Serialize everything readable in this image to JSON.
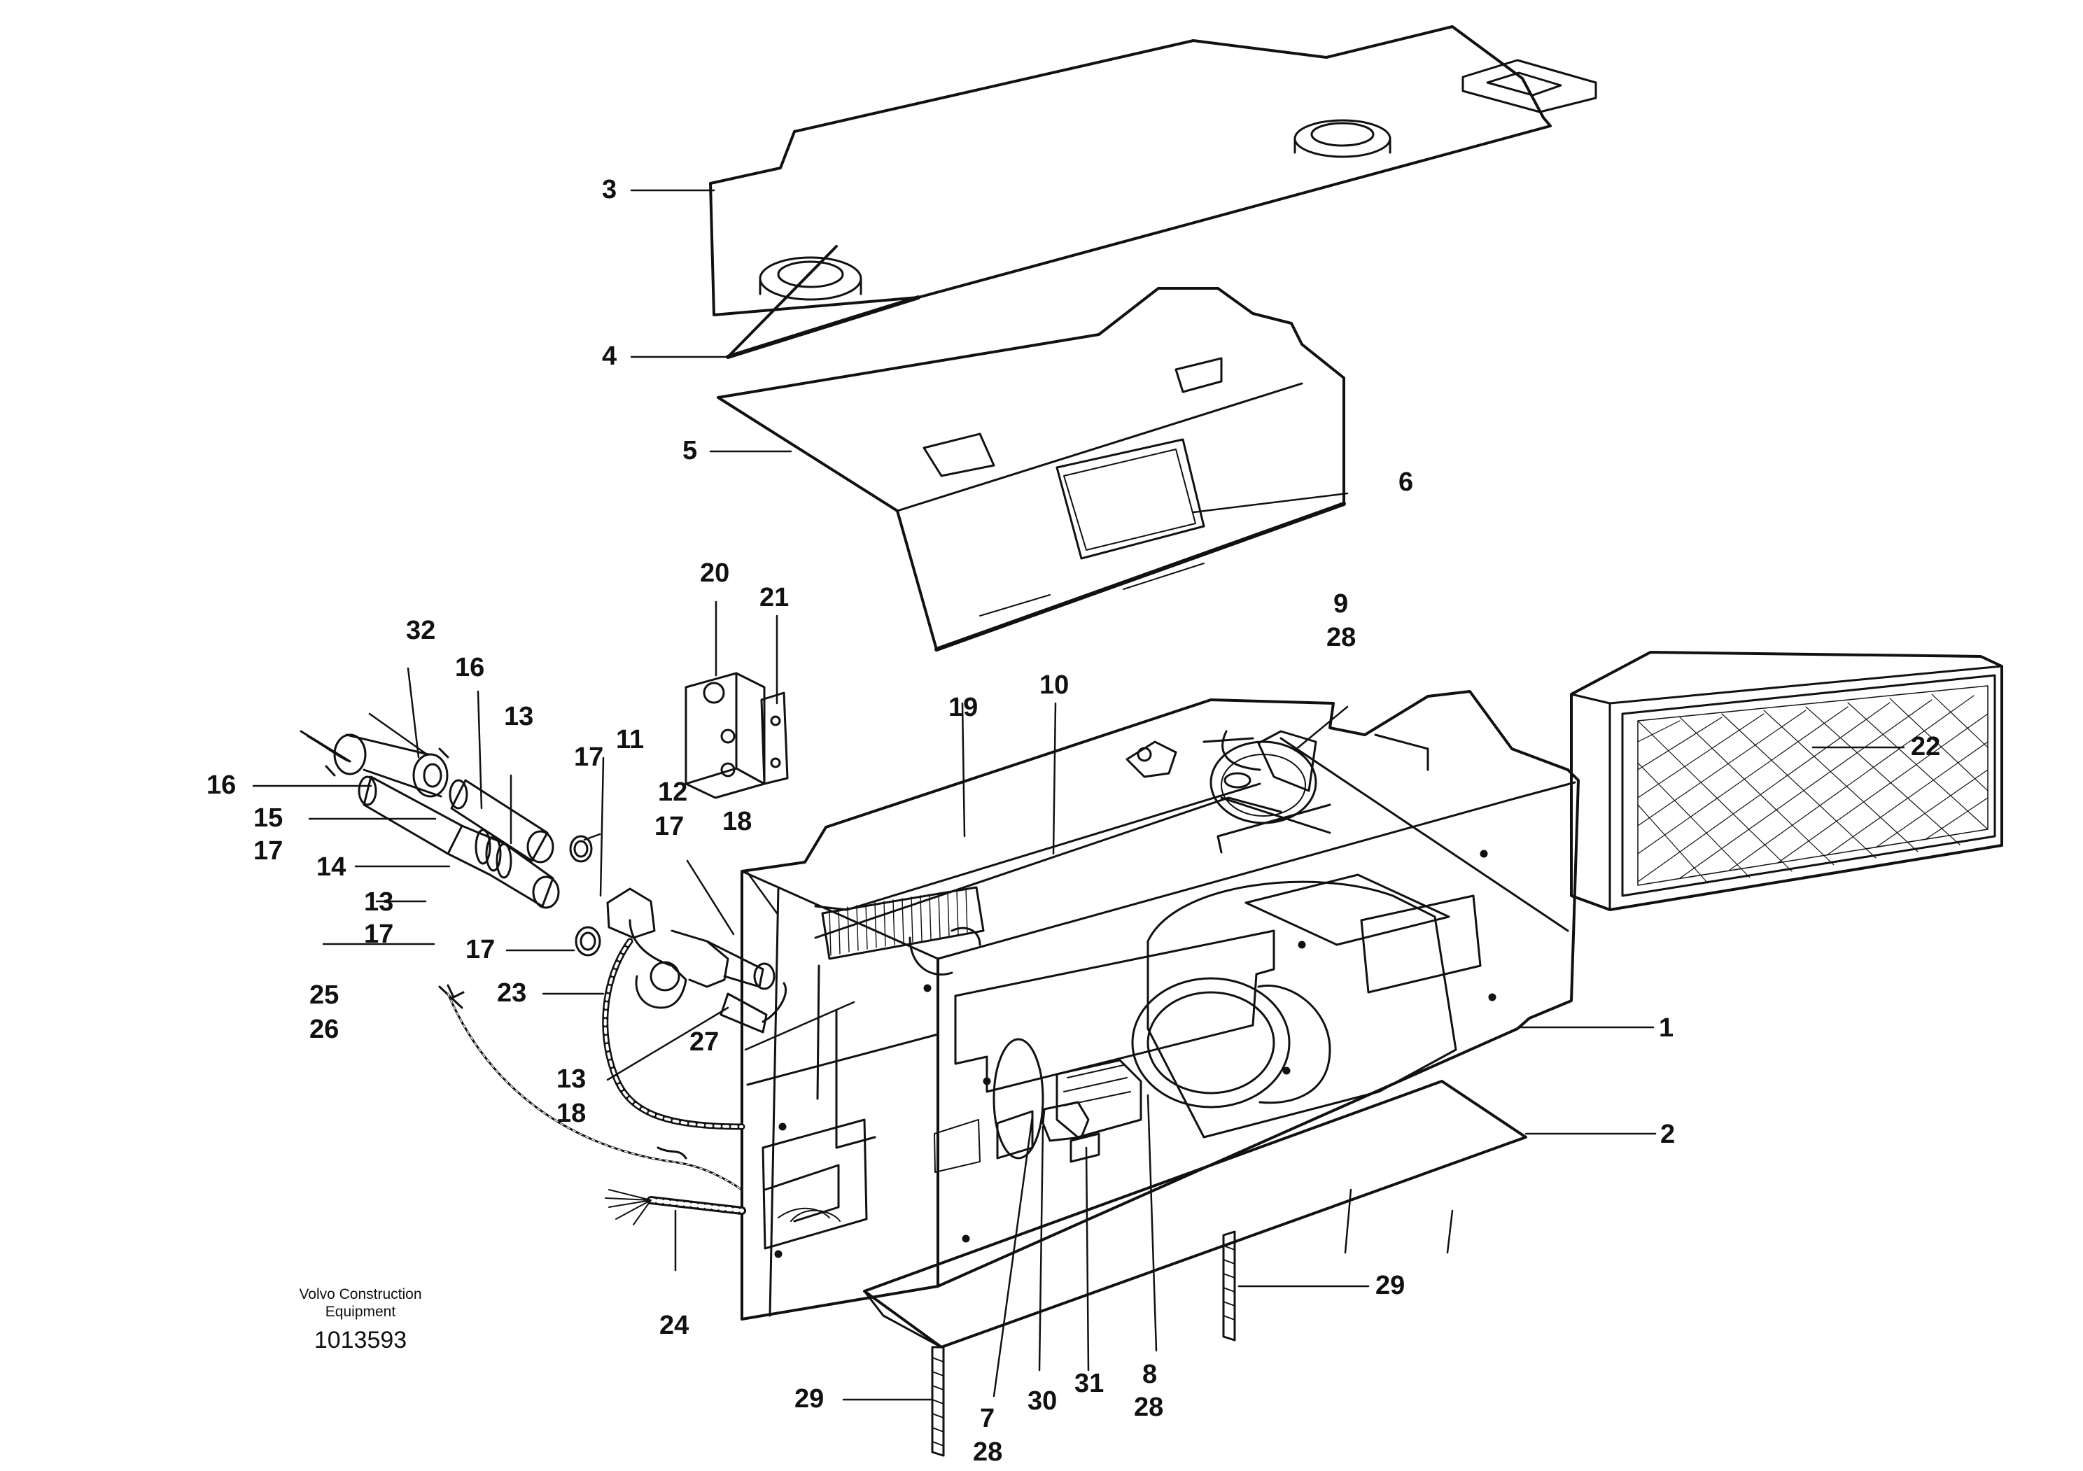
{
  "diagram": {
    "callouts": [
      "1",
      "2",
      "3",
      "4",
      "5",
      "6",
      "7",
      "28",
      "8",
      "28",
      "9",
      "28",
      "10",
      "11",
      "12",
      "17",
      "13",
      "13",
      "17",
      "13",
      "18",
      "14",
      "15",
      "17",
      "16",
      "16",
      "17",
      "17",
      "18",
      "19",
      "20",
      "21",
      "22",
      "23",
      "24",
      "25",
      "26",
      "27",
      "29",
      "29",
      "30",
      "31",
      "32"
    ]
  },
  "footer": {
    "brand_line1": "Volvo Construction",
    "brand_line2": "Equipment",
    "image_number": "1013593"
  },
  "colors": {
    "ink": "#111111",
    "paper": "#ffffff"
  }
}
